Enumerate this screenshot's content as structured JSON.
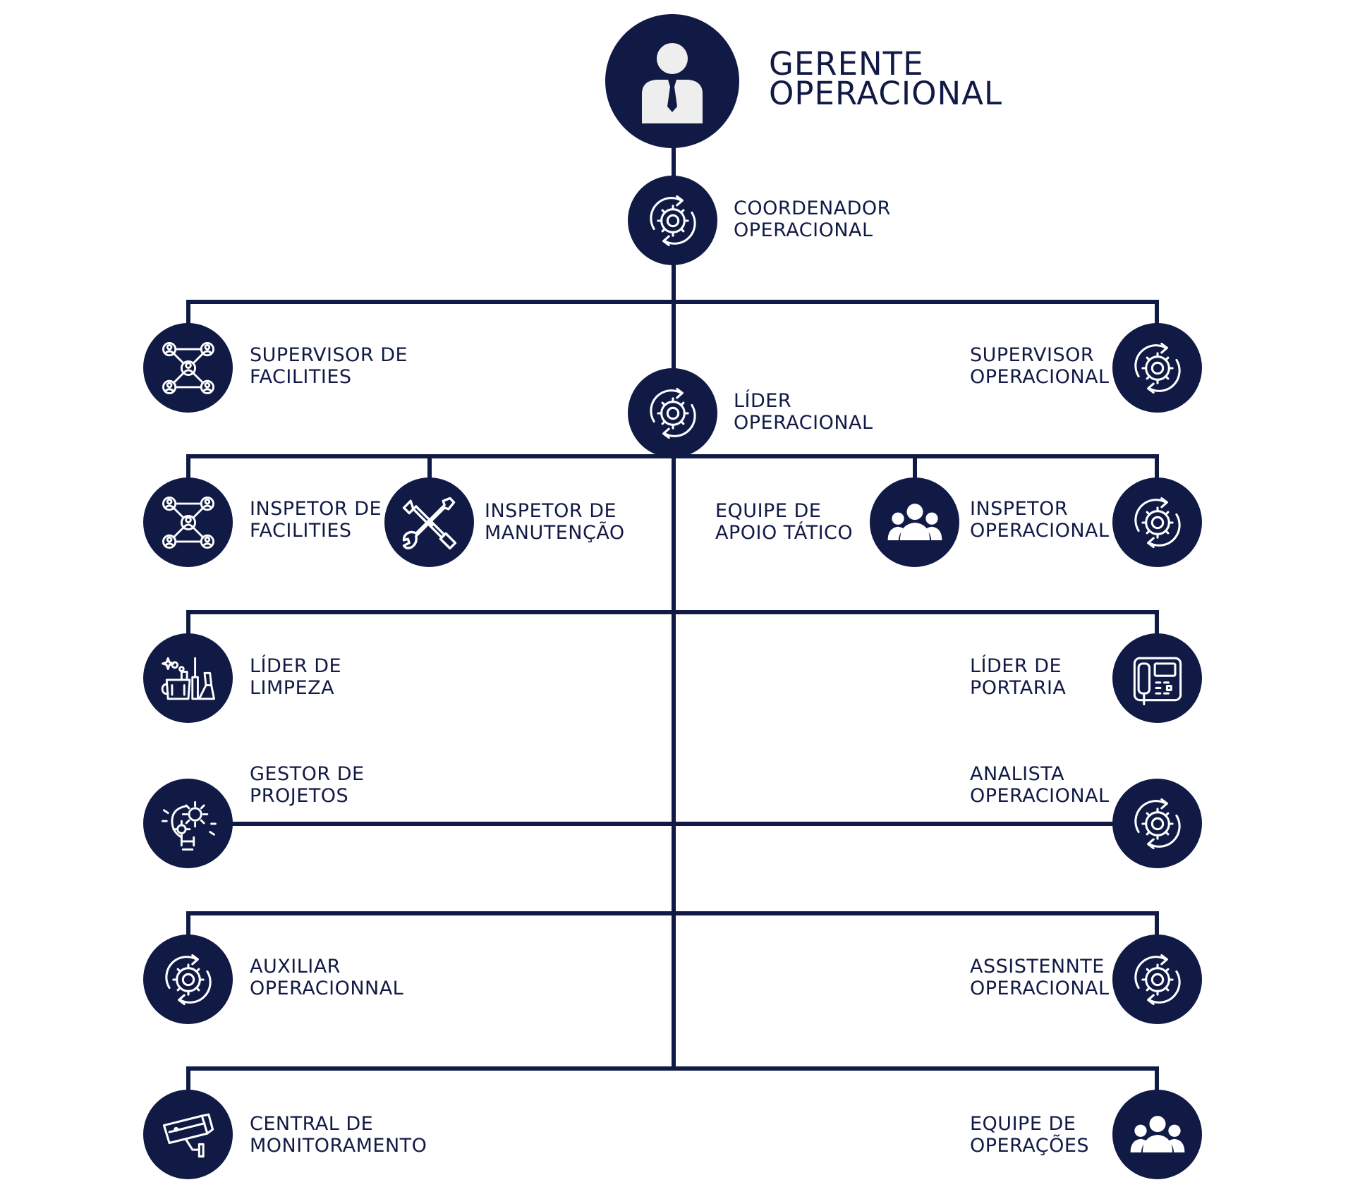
{
  "colors": {
    "navy": "#101a45",
    "icon": "#ffffff",
    "background": "#ffffff"
  },
  "nodes": {
    "gerente": {
      "lines": [
        "GERENTE",
        "OPERACIONAL"
      ],
      "icon": "manager-icon"
    },
    "coordenador": {
      "lines": [
        "COORDENADOR",
        "OPERACIONAL"
      ],
      "icon": "gear-cycle-icon"
    },
    "sup_facilities": {
      "lines": [
        "SUPERVISOR DE",
        "FACILITIES"
      ],
      "icon": "network-people-icon"
    },
    "sup_operacional": {
      "lines": [
        "SUPERVISOR",
        "OPERACIONAL"
      ],
      "icon": "gear-cycle-icon"
    },
    "lider_op": {
      "lines": [
        "LÍDER",
        "OPERACIONAL"
      ],
      "icon": "gear-cycle-icon"
    },
    "insp_facilities": {
      "lines": [
        "INSPETOR DE",
        "FACILITIES"
      ],
      "icon": "network-people-icon"
    },
    "insp_manutencao": {
      "lines": [
        "INSPETOR DE",
        "MANUTENÇÃO"
      ],
      "icon": "tools-icon"
    },
    "apoio_tatico": {
      "lines": [
        "EQUIPE DE",
        "APOIO TÁTICO"
      ],
      "icon": "team-icon"
    },
    "insp_operacional": {
      "lines": [
        "INSPETOR",
        "OPERACIONAL"
      ],
      "icon": "gear-cycle-icon"
    },
    "lider_limpeza": {
      "lines": [
        "LÍDER DE",
        "LIMPEZA"
      ],
      "icon": "cleaning-icon"
    },
    "lider_portaria": {
      "lines": [
        "LÍDER DE",
        "PORTARIA"
      ],
      "icon": "intercom-icon"
    },
    "gestor_projetos": {
      "lines": [
        "GESTOR DE",
        "PROJETOS"
      ],
      "icon": "idea-gears-icon"
    },
    "analista": {
      "lines": [
        "ANALISTA",
        "OPERACIONAL"
      ],
      "icon": "gear-cycle-icon"
    },
    "auxiliar": {
      "lines": [
        "AUXILIAR",
        "OPERACIONNAL"
      ],
      "icon": "gear-cycle-icon"
    },
    "assistente": {
      "lines": [
        "ASSISTENNTE",
        "OPERACIONAL"
      ],
      "icon": "gear-cycle-icon"
    },
    "central": {
      "lines": [
        "CENTRAL DE",
        "MONITORAMENTO"
      ],
      "icon": "camera-icon"
    },
    "equipe_op": {
      "lines": [
        "EQUIPE DE",
        "OPERAÇÕES"
      ],
      "icon": "team-icon"
    }
  }
}
